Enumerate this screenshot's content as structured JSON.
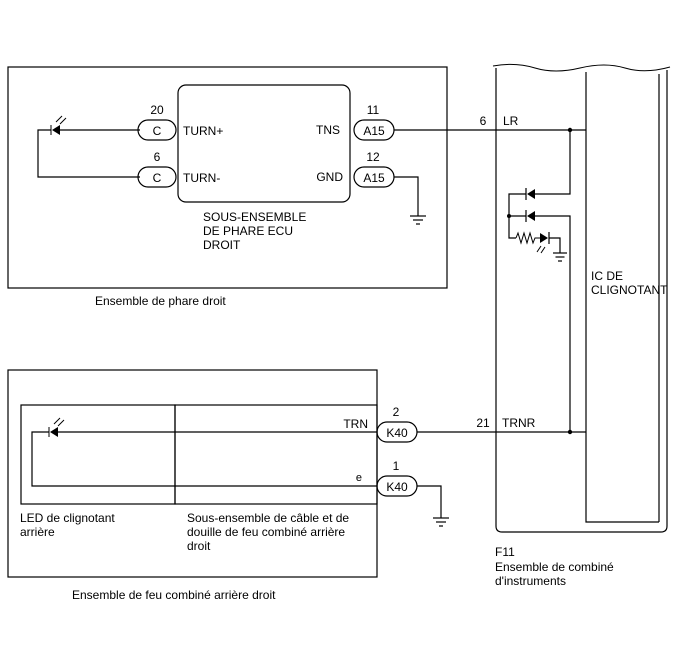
{
  "headlamp": {
    "assembly_label": "Ensemble de phare droit",
    "ecu_label": [
      "SOUS-ENSEMBLE",
      "DE PHARE ECU",
      "DROIT"
    ],
    "pins": [
      {
        "num": "20",
        "connector": "C",
        "signal": "TURN+"
      },
      {
        "num": "6",
        "connector": "C",
        "signal": "TURN-"
      },
      {
        "num": "11",
        "connector": "A15",
        "signal": "TNS"
      },
      {
        "num": "12",
        "connector": "A15",
        "signal": "GND"
      }
    ]
  },
  "rear_lamp": {
    "assembly_label": "Ensemble de feu combiné arrière droit",
    "led_label": [
      "LED de clignotant",
      "arrière"
    ],
    "socket_label": [
      "Sous-ensemble de câble et de",
      "douille de feu combiné arrière",
      "droit"
    ],
    "pins": [
      {
        "num": "2",
        "connector": "K40",
        "signal": "TRN"
      },
      {
        "num": "1",
        "connector": "K40",
        "signal": "e"
      }
    ]
  },
  "cluster": {
    "code": "F11",
    "label": [
      "Ensemble de combiné",
      "d'instruments"
    ],
    "ic_label": [
      "IC DE",
      "CLIGNOTANT"
    ],
    "pins": [
      {
        "num": "6",
        "signal": "LR"
      },
      {
        "num": "21",
        "signal": "TRNR"
      }
    ]
  }
}
